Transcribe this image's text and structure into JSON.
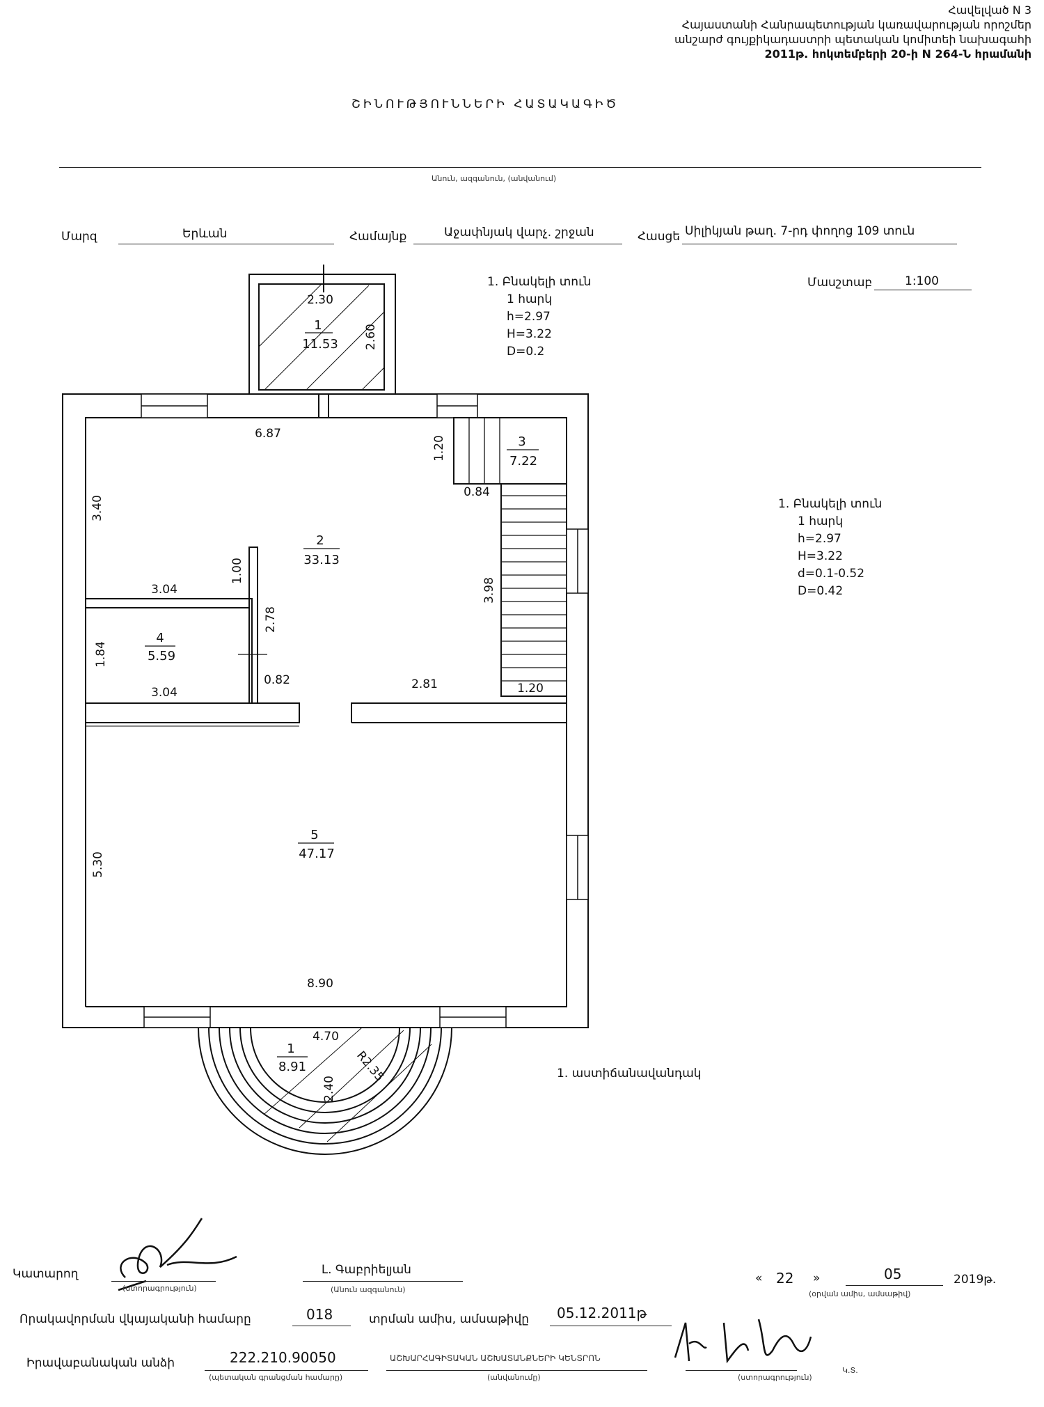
{
  "header": {
    "appendix": "Հավելված N 3",
    "line1": "Հայաստանի Հանրապետության կառավարության որոշմեր",
    "line2": "անշարժ գույքիկադաստրի պետական կոմիտեի նախագահի",
    "line3": "2011թ. հոկտեմբերի 20-ի N 264-Ն հրամանի"
  },
  "title": "ՇԻՆՈՒԹՅՈՒՆՆԵՐԻ ՀԱՏԱԿԱԳԻԾ",
  "caption_under_line": "Անուն, ազգանուն, (անվանում)",
  "address": {
    "marz_label": "Մարզ",
    "marz_value": "Երևան",
    "hamaynq_label": "Համայնք",
    "hamaynq_value": "Աջափնյակ վարչ. շրջան",
    "hasce_label": "Հասցե",
    "hasce_value": "Սիլիկյան թաղ. 7-րդ փողոց 109 տուն"
  },
  "scale": {
    "label": "Մասշտաբ",
    "value": "1:100"
  },
  "info1": [
    "1. Բնակելի տուն",
    "1 հարկ",
    "h=2.97",
    "H=3.22",
    "D=0.2"
  ],
  "info2": [
    "1. Բնակելի տուն",
    "1 հարկ",
    "h=2.97",
    "H=3.22",
    "d=0.1-0.52",
    "D=0.42"
  ],
  "legend_porch": "1. աստիճանավանդակ",
  "plan": {
    "rooms": [
      {
        "num": "1",
        "area": "11.53"
      },
      {
        "num": "2",
        "area": "33.13"
      },
      {
        "num": "3",
        "area": "7.22"
      },
      {
        "num": "4",
        "area": "5.59"
      },
      {
        "num": "5",
        "area": "47.17"
      },
      {
        "num": "1",
        "area": "8.91"
      }
    ],
    "dims": {
      "d230": "2.30",
      "d260": "2.60",
      "d687": "6.87",
      "d120a": "1.20",
      "d084": "0.84",
      "d340": "3.40",
      "d100": "1.00",
      "d304a": "3.04",
      "d398": "3.98",
      "d278": "2.78",
      "d184": "1.84",
      "d304b": "3.04",
      "d082": "0.82",
      "d281": "2.81",
      "d120b": "1.20",
      "d530": "5.30",
      "d890": "8.90",
      "d470": "4.70",
      "d240": "2.40",
      "r235": "R2.35"
    }
  },
  "footer": {
    "performer_label": "Կատարող",
    "sign_caption": "(ստորագրություն)",
    "performer_name": "Լ. Գաբրիելյան",
    "name_caption": "(Անուն ազգանուն)",
    "date_open": "«",
    "date_day": "22",
    "date_close": "»",
    "date_month": "05",
    "date_year": "2019թ.",
    "date_caption": "(օրվան ամիս, ամսաթիվ)",
    "cert_label": "Որակավորման վկայականի համարը",
    "cert_value": "018",
    "cert_date_label": "տրման ամիս, ամսաթիվը",
    "cert_date_value": "05.12.2011թ",
    "legal_label": "Իրավաբանական անձի",
    "legal_value": "222.210.90050",
    "legal_caption": "(պետական գրանցման համարը)",
    "org_value": "ԱՇԽԱՐՀԱԳԻՏԱԿԱՆ ԱՇԽԱՏԱՆՔՆԵՐԻ ԿԵՆՏՐՈՆ",
    "org_caption": "(անվանումը)",
    "sign2_caption": "(ստորագրություն)",
    "stamp_abbr": "Կ.Տ."
  }
}
